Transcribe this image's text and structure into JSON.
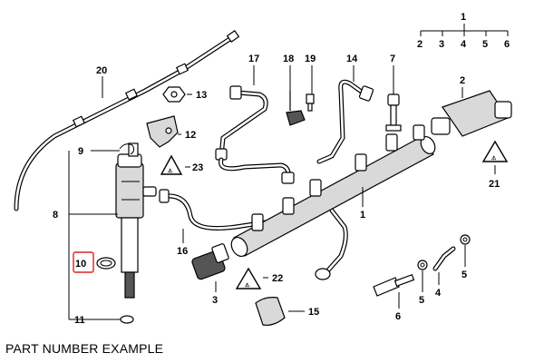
{
  "caption": "PART NUMBER EXAMPLE",
  "warning_symbol_text": "⚠",
  "highlight_color": "#e02020",
  "callouts": {
    "c1": "1",
    "c2": "2",
    "c3": "3",
    "c4": "4",
    "c5": "5",
    "c6": "6",
    "c7": "7",
    "c8": "8",
    "c9": "9",
    "c10": "10",
    "c11": "11",
    "c12": "12",
    "c13": "13",
    "c14": "14",
    "c15": "15",
    "c16": "16",
    "c17": "17",
    "c18": "18",
    "c19": "19",
    "c20": "20",
    "c21": "21",
    "c22": "22",
    "c23": "23",
    "c1_top": "1",
    "c2_top": "2",
    "c3_top": "3",
    "c4_top": "4",
    "c5_top": "5",
    "c6_top": "6",
    "c1_rail": "1",
    "c5_lower": "5"
  }
}
